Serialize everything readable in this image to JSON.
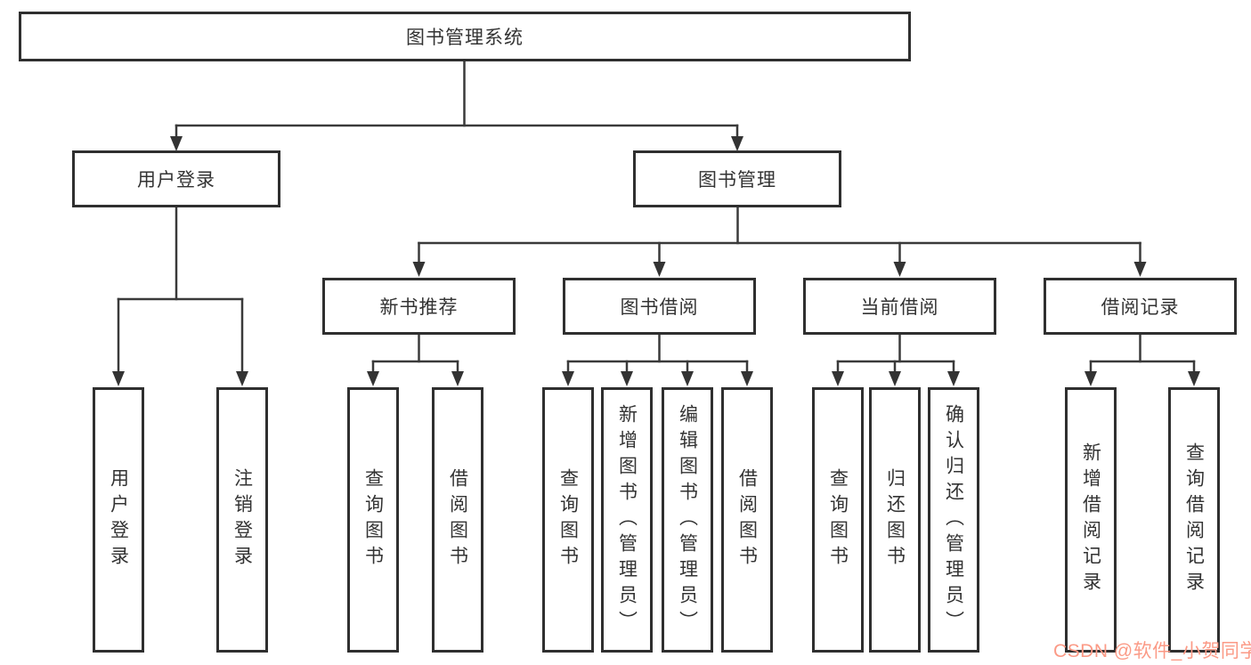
{
  "diagram": {
    "root": {
      "label": "图书管理系统"
    },
    "level1": [
      {
        "label": "用户登录"
      },
      {
        "label": "图书管理"
      }
    ],
    "level2": [
      {
        "label": "新书推荐"
      },
      {
        "label": "图书借阅"
      },
      {
        "label": "当前借阅"
      },
      {
        "label": "借阅记录"
      }
    ],
    "leaves": [
      {
        "label": "用户登录"
      },
      {
        "label": "注销登录"
      },
      {
        "label": "查询图书"
      },
      {
        "label": "借阅图书"
      },
      {
        "label": "查询图书"
      },
      {
        "label": "新增图书（管理员）"
      },
      {
        "label": "编辑图书（管理员）"
      },
      {
        "label": "借阅图书"
      },
      {
        "label": "查询图书"
      },
      {
        "label": "归还图书"
      },
      {
        "label": "确认归还（管理员）"
      },
      {
        "label": "新增借阅记录"
      },
      {
        "label": "查询借阅记录"
      }
    ]
  },
  "colors": {
    "line": "#3a3a3a",
    "border": "#2f2f2f",
    "text": "#333333",
    "watermark": "#fb9a86"
  },
  "watermark": {
    "text": "CSDN @软件_小贺同学"
  }
}
